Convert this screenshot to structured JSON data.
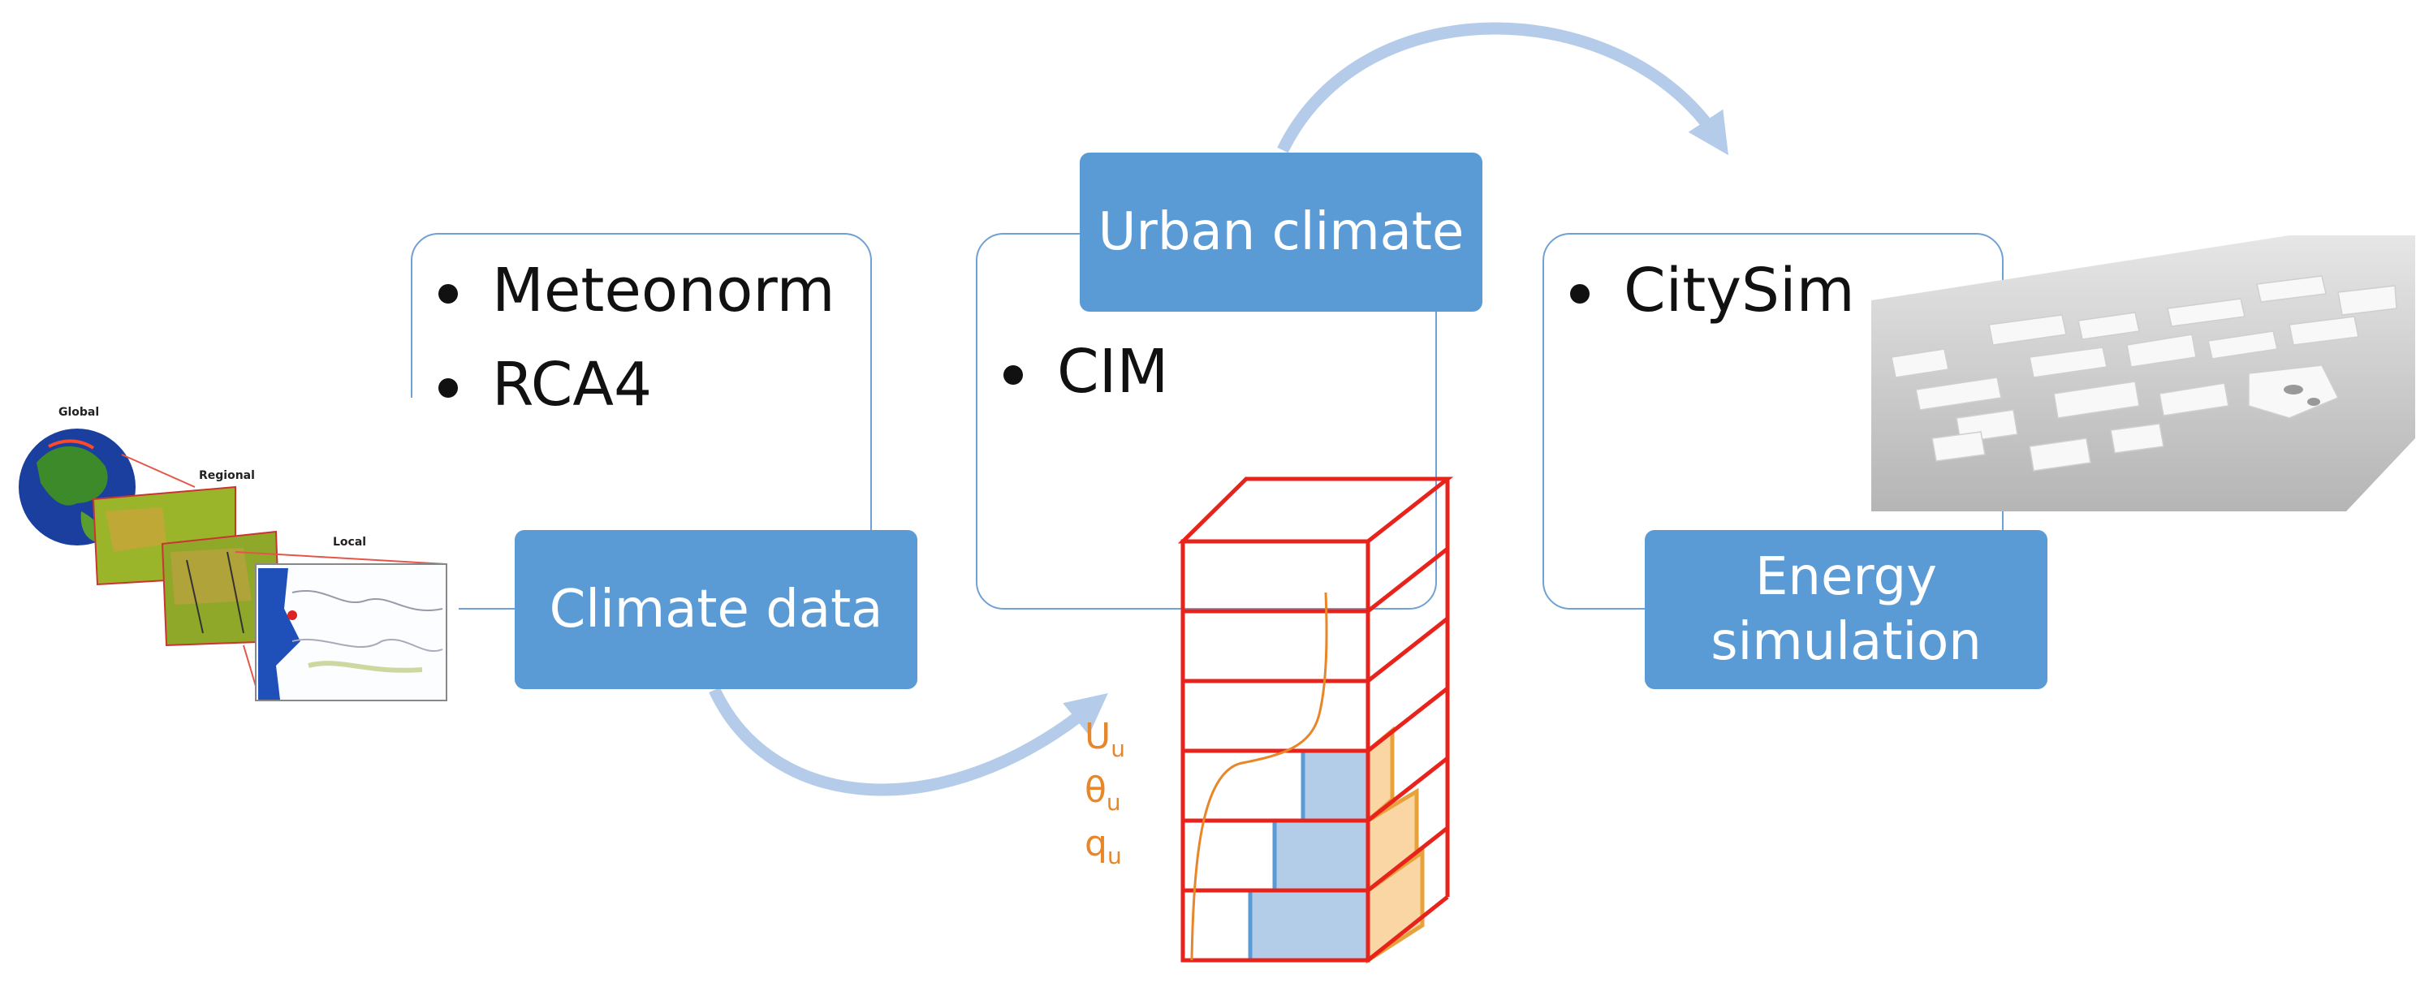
{
  "panels": {
    "climate_data": {
      "title": "Climate data",
      "bullets": [
        "Meteonorm",
        "RCA4"
      ],
      "map_labels": [
        "Global",
        "Regional",
        "Local"
      ]
    },
    "urban_climate": {
      "title": "Urban climate",
      "bullets": [
        "CIM"
      ]
    },
    "energy_simulation": {
      "title_line1": "Energy",
      "title_line2": "simulation",
      "bullets": [
        "CitySim"
      ]
    }
  },
  "profile_variables": [
    {
      "symbol": "U",
      "subscript": "u"
    },
    {
      "symbol": "θ",
      "subscript": "u"
    },
    {
      "symbol": "q",
      "subscript": "u"
    }
  ],
  "colors": {
    "box_border": "#6fa1d4",
    "pill_fill": "#5b9bd5",
    "arrow": "#b4cce9",
    "grid_red": "#e8231c",
    "profile_orange": "#e8862a",
    "building_blue": "#b3cde9",
    "building_orange": "#f9d6a4"
  },
  "icons": [
    "curved-arrow-icon",
    "globe-map-icon",
    "city-3d-model-icon",
    "urban-column-grid-icon"
  ]
}
